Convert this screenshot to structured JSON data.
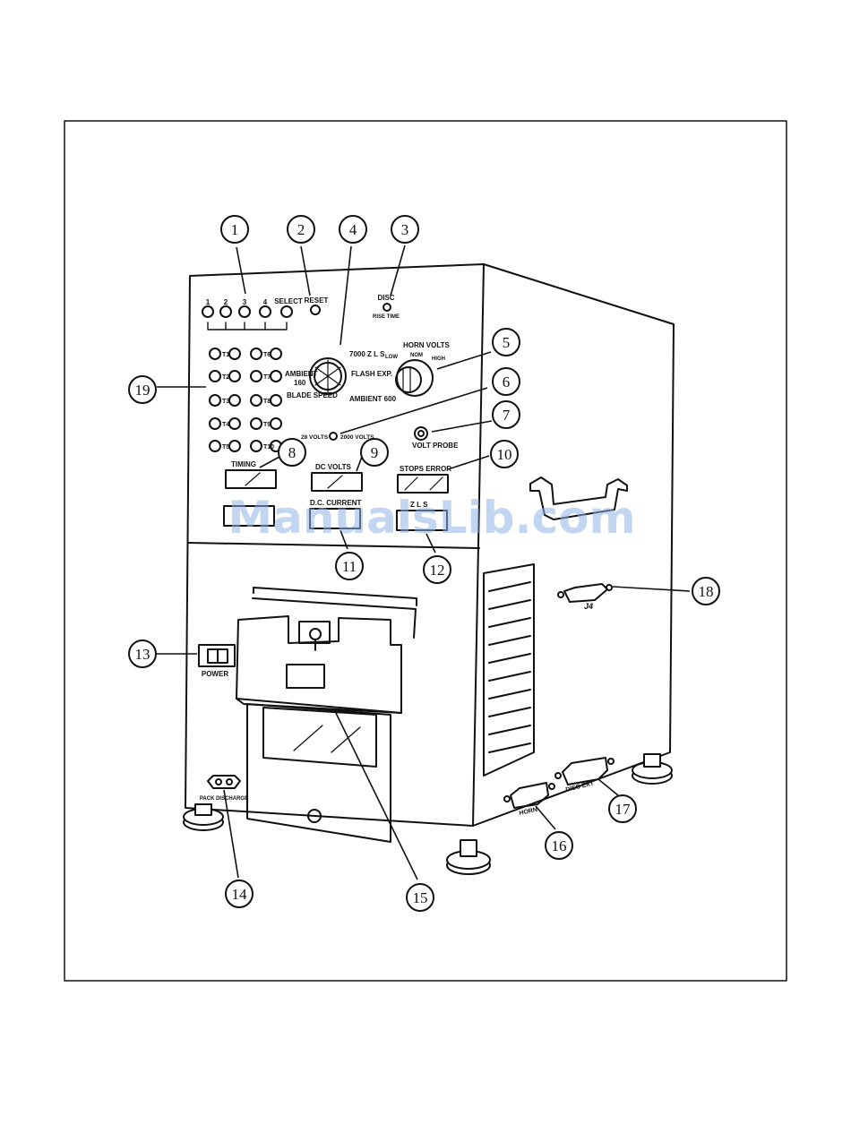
{
  "figure": {
    "watermark": "ManualsLib.com"
  },
  "callouts": [
    "1",
    "2",
    "3",
    "4",
    "5",
    "6",
    "7",
    "8",
    "9",
    "10",
    "11",
    "12",
    "13",
    "14",
    "15",
    "16",
    "17",
    "18",
    "19"
  ],
  "panel": {
    "select_positions": [
      "1",
      "2",
      "3",
      "4"
    ],
    "select": "SELECT",
    "reset": "RESET",
    "disc": "DISC",
    "disc_sub": "RISE TIME",
    "dial_labels": {
      "zls": "7000 Z L S",
      "ambient_left": "AMBIENT",
      "ambient_left_value": "160",
      "flash": "FLASH EXP.",
      "blade": "BLADE SPEED",
      "ambient_right": "AMBIENT 600"
    },
    "horn_volts": "HORN VOLTS",
    "horn_positions": [
      "LOW",
      "NOM",
      "HIGH"
    ],
    "volts_left": "28 VOLTS",
    "volts_right": "2000 VOLTS",
    "volt_probe": "VOLT PROBE",
    "timing": "TIMING",
    "dc_volts": "DC VOLTS",
    "stops_error": "STOPS ERROR",
    "dc_current": "D.C. CURRENT",
    "zls_label": "Z L S",
    "test_rows": [
      [
        "T1",
        "T6"
      ],
      [
        "T2",
        "T7"
      ],
      [
        "T3",
        "T8"
      ],
      [
        "T4",
        "T9"
      ],
      [
        "T5",
        "T10"
      ]
    ],
    "power": "POWER",
    "pack_discharge": "PACK DISCHARGE",
    "j4": "J4",
    "horn_connector": "HORN",
    "disc_connector": "DISC EXT"
  },
  "colors": {
    "ink": "#111111",
    "watermark": "#8fb4e6"
  }
}
